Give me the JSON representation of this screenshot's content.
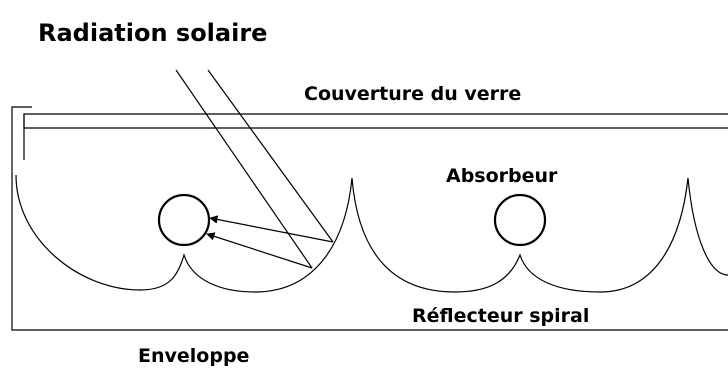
{
  "labels": {
    "radiation": "Radiation solaire",
    "cover": "Couverture du verre",
    "absorber": "Absorbeur",
    "reflector": "Réflecteur spiral",
    "envelope": "Enveloppe"
  }
}
